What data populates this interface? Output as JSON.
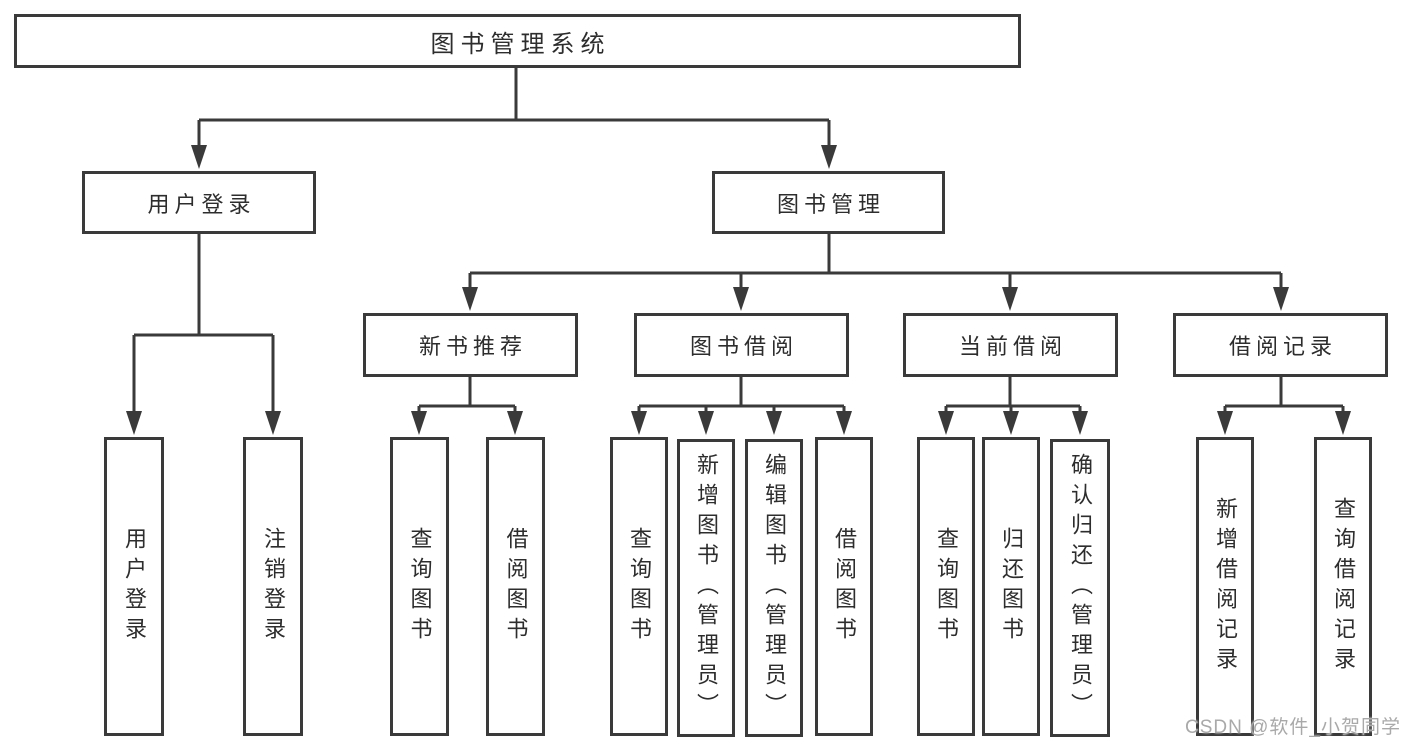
{
  "diagram": {
    "root": {
      "label": "图书管理系统",
      "children": [
        {
          "label": "用户登录",
          "children": [
            {
              "label": "用户登录"
            },
            {
              "label": "注销登录"
            }
          ]
        },
        {
          "label": "图书管理",
          "children": [
            {
              "label": "新书推荐",
              "children": [
                {
                  "label": "查询图书"
                },
                {
                  "label": "借阅图书"
                }
              ]
            },
            {
              "label": "图书借阅",
              "children": [
                {
                  "label": "查询图书"
                },
                {
                  "label": "新增图书（管理员）"
                },
                {
                  "label": "编辑图书（管理员）"
                },
                {
                  "label": "借阅图书"
                }
              ]
            },
            {
              "label": "当前借阅",
              "children": [
                {
                  "label": "查询图书"
                },
                {
                  "label": "归还图书"
                },
                {
                  "label": "确认归还（管理员）"
                }
              ]
            },
            {
              "label": "借阅记录",
              "children": [
                {
                  "label": "新增借阅记录"
                },
                {
                  "label": "查询借阅记录"
                }
              ]
            }
          ]
        }
      ]
    },
    "colors": {
      "line": "#3a3a3a",
      "text": "#2d2d2d",
      "box_background": "#ffffff",
      "watermark": "#a9a9a9"
    }
  },
  "watermark": {
    "text": "CSDN @软件_小贺同学"
  }
}
